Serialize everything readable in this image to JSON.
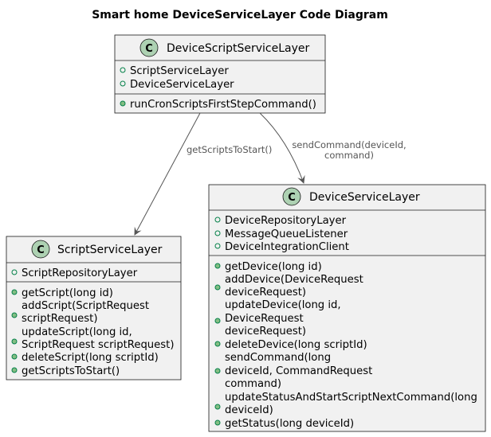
{
  "title": "Smart home DeviceServiceLayer Code Diagram",
  "colors": {
    "class_fill": "#f1f1f1",
    "class_border": "#181818",
    "circle_fill": "#add1b2",
    "arrow": "#555555",
    "label": "#555555"
  },
  "classes": {
    "device_script_service_layer": {
      "icon_letter": "C",
      "name": "DeviceScriptServiceLayer",
      "fields": [
        "ScriptServiceLayer",
        "DeviceServiceLayer"
      ],
      "methods": [
        "runCronScriptsFirstStepCommand()"
      ]
    },
    "script_service_layer": {
      "icon_letter": "C",
      "name": "ScriptServiceLayer",
      "fields": [
        "ScriptRepositoryLayer"
      ],
      "methods": [
        "getScript(long id)",
        "addScript(ScriptRequest",
        "scriptRequest)",
        "updateScript(long id,",
        "ScriptRequest scriptRequest)",
        "deleteScript(long scriptId)",
        "getScriptsToStart()"
      ]
    },
    "device_service_layer": {
      "icon_letter": "C",
      "name": "DeviceServiceLayer",
      "fields": [
        "DeviceRepositoryLayer",
        "MessageQueueListener",
        "DeviceIntegrationClient"
      ],
      "methods": [
        "getDevice(long id)",
        "addDevice(DeviceRequest",
        "deviceRequest)",
        "updateDevice(long id,",
        "DeviceRequest",
        "deviceRequest)",
        "deleteDevice(long scriptId)",
        "sendCommand(long",
        "deviceId, CommandRequest",
        "command)",
        "updateStatusAndStartScriptNextCommand(long",
        "deviceId)",
        "getStatus(long deviceId)"
      ]
    }
  },
  "relations": {
    "to_script_service": {
      "label_lines": [
        "getScriptsToStart()"
      ]
    },
    "to_device_service": {
      "label_lines": [
        "sendCommand(deviceId,",
        "command)"
      ]
    }
  }
}
